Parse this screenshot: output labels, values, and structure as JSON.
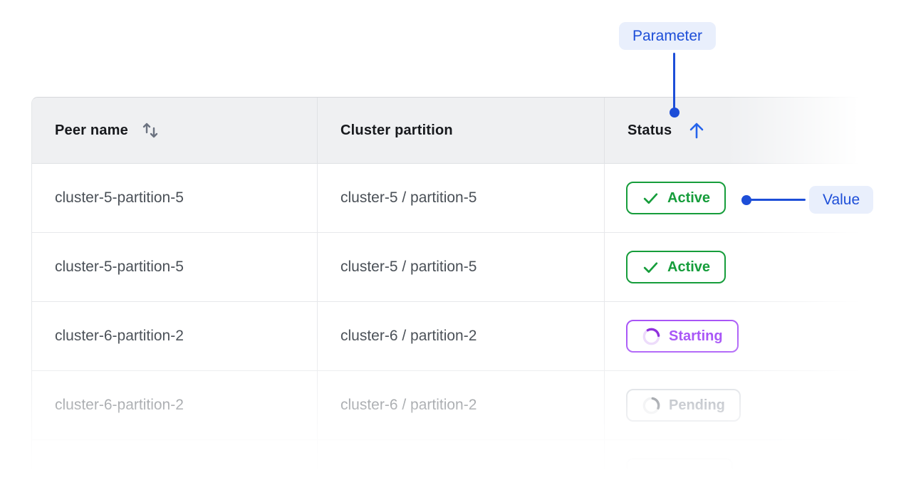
{
  "annotations": {
    "parameter_label": "Parameter",
    "value_label": "Value"
  },
  "colors": {
    "accent": "#1d4ed8",
    "accent_bright": "#2563eb",
    "chip_bg": "#e9effc",
    "green": "#169d3b",
    "purple": "#a855f7",
    "pending_gray": "#8a919c",
    "header_bg": "#eff0f2"
  },
  "table": {
    "columns": [
      {
        "label": "Peer name",
        "sort": "both"
      },
      {
        "label": "Cluster partition",
        "sort": "none"
      },
      {
        "label": "Status",
        "sort": "asc"
      }
    ],
    "rows": [
      {
        "peer_name": "cluster-5-partition-5",
        "cluster_partition": "cluster-5 / partition-5",
        "status": {
          "label": "Active",
          "state": "active"
        }
      },
      {
        "peer_name": "cluster-5-partition-5",
        "cluster_partition": "cluster-5 / partition-5",
        "status": {
          "label": "Active",
          "state": "active"
        }
      },
      {
        "peer_name": "cluster-6-partition-2",
        "cluster_partition": "cluster-6 / partition-2",
        "status": {
          "label": "Starting",
          "state": "starting"
        }
      },
      {
        "peer_name": "cluster-6-partition-2",
        "cluster_partition": "cluster-6 / partition-2",
        "status": {
          "label": "Pending",
          "state": "pending"
        }
      },
      {
        "peer_name": "",
        "cluster_partition": "",
        "status": {
          "label": "",
          "state": "ghost"
        }
      }
    ]
  }
}
